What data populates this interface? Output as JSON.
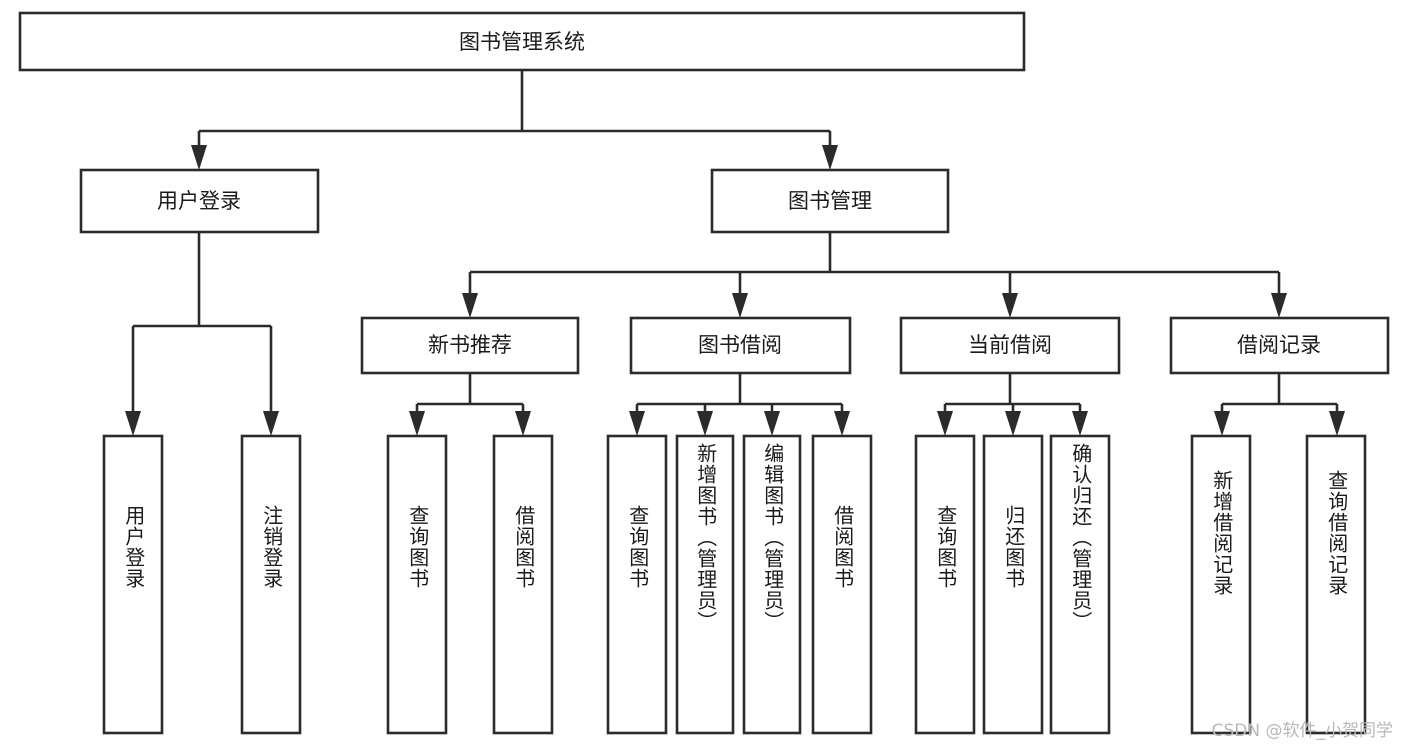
{
  "diagram": {
    "type": "tree-hierarchy",
    "title": "图书管理系统",
    "watermark": "CSDN @软件_小贺同学",
    "colors": {
      "stroke": "#2b2b2b",
      "fill": "#ffffff",
      "text": "#1b1b1b",
      "watermark": "#b8b8b8"
    },
    "root": {
      "label": "图书管理系统",
      "orientation": "horizontal"
    },
    "level2": [
      {
        "label": "用户登录",
        "orientation": "horizontal"
      },
      {
        "label": "图书管理",
        "orientation": "horizontal"
      }
    ],
    "level3": [
      {
        "label": "新书推荐",
        "orientation": "horizontal",
        "parent": "图书管理"
      },
      {
        "label": "图书借阅",
        "orientation": "horizontal",
        "parent": "图书管理"
      },
      {
        "label": "当前借阅",
        "orientation": "horizontal",
        "parent": "图书管理"
      },
      {
        "label": "借阅记录",
        "orientation": "horizontal",
        "parent": "图书管理"
      }
    ],
    "leaves": {
      "user_login": [
        {
          "label": "用户登录",
          "orientation": "vertical"
        },
        {
          "label": "注销登录",
          "orientation": "vertical"
        }
      ],
      "new_book_recommend": [
        {
          "label": "查询图书",
          "orientation": "vertical"
        },
        {
          "label": "借阅图书",
          "orientation": "vertical"
        }
      ],
      "book_borrow": [
        {
          "label": "查询图书",
          "orientation": "vertical"
        },
        {
          "label": "新增图书（管理员）",
          "orientation": "vertical"
        },
        {
          "label": "编辑图书（管理员）",
          "orientation": "vertical"
        },
        {
          "label": "借阅图书",
          "orientation": "vertical"
        }
      ],
      "current_borrow": [
        {
          "label": "查询图书",
          "orientation": "vertical"
        },
        {
          "label": "归还图书",
          "orientation": "vertical"
        },
        {
          "label": "确认归还（管理员）",
          "orientation": "vertical"
        }
      ],
      "borrow_record": [
        {
          "label": "新增借阅记录",
          "orientation": "vertical"
        },
        {
          "label": "查询借阅记录",
          "orientation": "vertical"
        }
      ]
    }
  }
}
